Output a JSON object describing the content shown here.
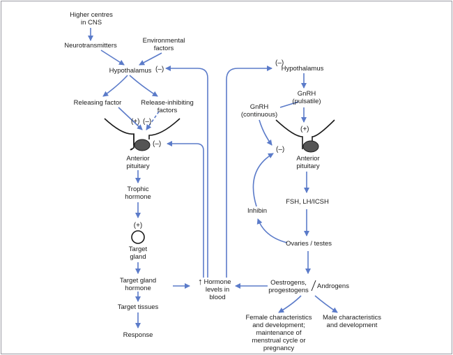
{
  "labels": {
    "higher_centres": "Higher centres\nin CNS",
    "neurotransmitters": "Neurotransmitters",
    "environmental": "Environmental\nfactors",
    "hypothalamus_left": "Hypothalamus",
    "neg_hypo_left": "(–)",
    "releasing_factor": "Releasing factor",
    "release_inhibiting": "Release-inhibiting\nfactors",
    "plus_left": "(+)",
    "neg_left_top": "(–)",
    "neg_left_pit": "(–)",
    "anterior_pituitary_left": "Anterior\npituitary",
    "trophic_hormone": "Trophic\nhormone",
    "plus_target": "(+)",
    "target_gland": "Target\ngland",
    "target_gland_hormone": "Target gland\nhormone",
    "target_tissues": "Target tissues",
    "response": "Response",
    "up_arrow": "↑",
    "hormone_levels": "Hormone\nlevels in\nblood",
    "neg_hypo_right": "(–)",
    "hypothalamus_right": "Hypothalamus",
    "gnrh_pulsatile": "GnRH\n(pulsatile)",
    "gnrh_continuous": "GnRH\n(continuous)",
    "plus_right": "(+)",
    "neg_right_pit": "(–)",
    "anterior_pituitary_right": "Anterior\npituitary",
    "fsh_lh": "FSH, LH/ICSH",
    "inhibin": "Inhibin",
    "ovaries_testes": "Ovaries / testes",
    "oestrogens": "Oestrogens,\nprogestogens",
    "androgens": "Androgens",
    "female_char": "Female characteristics\nand development;\nmaintenance of\nmenstrual cycle or\npregnancy",
    "male_char": "Male characteristics\nand development"
  },
  "colors": {
    "arrow": "#5b7bc9",
    "text": "#1a1a1a",
    "gland_fill": "#555555",
    "frame": "#9a9aa2"
  }
}
